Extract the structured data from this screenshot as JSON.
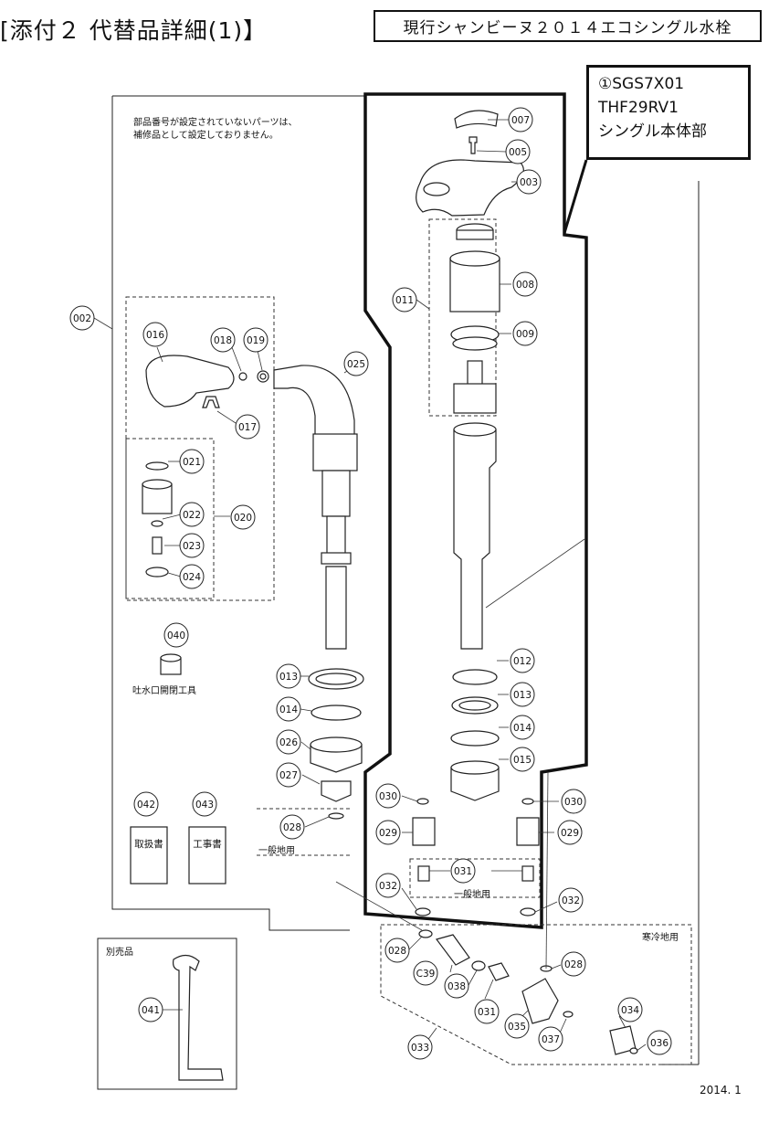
{
  "header": {
    "title": "[添付２ 代替品詳細(1)】",
    "model": "現行シャンビーヌ２０１４エコシングル水栓"
  },
  "callout": {
    "line1": "①SGS7X01",
    "line2": "THF29RV1",
    "line3": "シングル本体部"
  },
  "notes": {
    "no_part_number_1": "部品番号が設定されていないパーツは、",
    "no_part_number_2": "補修品として設定しておりません。"
  },
  "labels": {
    "spout_tool": "吐水口開閉工具",
    "manual": "取扱書",
    "construction_manual": "工事書",
    "general_area_1": "一般地用",
    "general_area_2": "一般地用",
    "cold_area": "寒冷地用",
    "sold_separately": "別売品"
  },
  "parts": {
    "p002": "002",
    "p003": "003",
    "p005": "005",
    "p007": "007",
    "p008": "008",
    "p009": "009",
    "p011": "011",
    "p012": "012",
    "p013a": "013",
    "p013b": "013",
    "p014a": "014",
    "p014b": "014",
    "p015": "015",
    "p016": "016",
    "p017": "017",
    "p018": "018",
    "p019": "019",
    "p020": "020",
    "p021": "021",
    "p022": "022",
    "p023": "023",
    "p024": "024",
    "p025": "025",
    "p026": "026",
    "p027": "027",
    "p028a": "028",
    "p028b": "028",
    "p028c": "028",
    "p029a": "029",
    "p029b": "029",
    "p030a": "030",
    "p030b": "030",
    "p031a": "031",
    "p031b": "031",
    "p032a": "032",
    "p032b": "032",
    "p033": "033",
    "p034": "034",
    "p035": "035",
    "p036": "036",
    "p037": "037",
    "p038": "038",
    "p039": "C39",
    "p040": "040",
    "p041": "041",
    "p042": "042",
    "p043": "043"
  },
  "footer": {
    "date": "2014. 1"
  }
}
